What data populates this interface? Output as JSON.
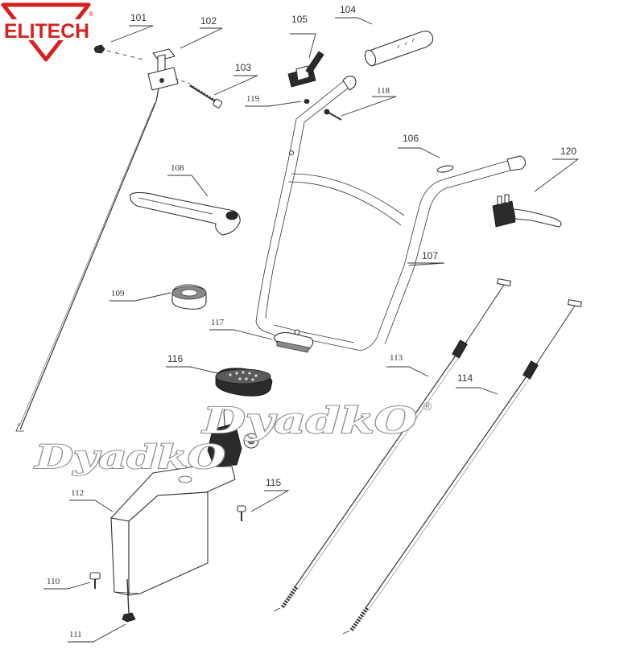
{
  "brand": {
    "logo_text": "ELITECH",
    "logo_color": "#d6201f",
    "registered_mark": "®"
  },
  "watermark": {
    "text": "DyadkO",
    "registered_mark": "®"
  },
  "callouts": [
    "101",
    "102",
    "103",
    "104",
    "105",
    "106",
    "107",
    "108",
    "109",
    "110",
    "111",
    "112",
    "113",
    "114",
    "115",
    "116",
    "117",
    "118",
    "119",
    "120"
  ],
  "colors": {
    "line": "#333333",
    "watermark_outline": "#8d8d8d",
    "background": "#ffffff"
  }
}
